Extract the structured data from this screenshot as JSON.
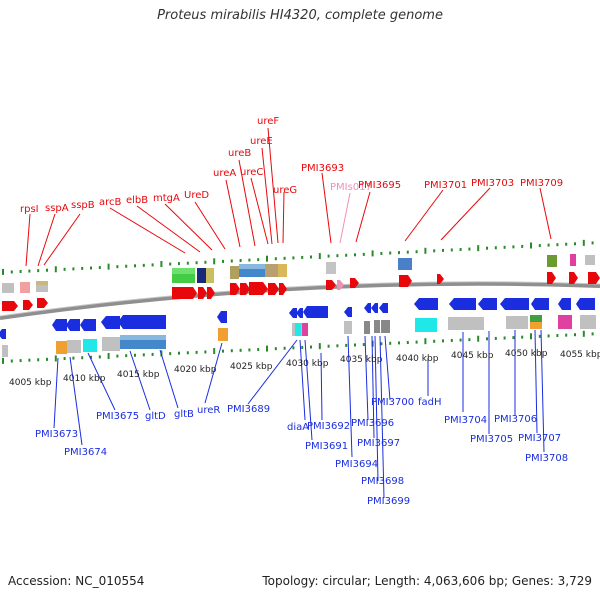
{
  "title": "Proteus mirabilis HI4320, complete genome",
  "accession": "Accession: NC_010554",
  "summary": "Topology: circular; Length: 4,063,606 bp; Genes: 3,729",
  "colors": {
    "forward": "#e8080c",
    "reverse": "#1a2ee0",
    "pseudo_label": "#f090b8",
    "tick": "#2a8a2a",
    "backbone": "#8a8a8a"
  },
  "ticks": [
    "4005 kbp",
    "4010 kbp",
    "4015 kbp",
    "4020 kbp",
    "4025 kbp",
    "4030 kbp",
    "4035 kbp",
    "4040 kbp",
    "4045 kbp",
    "4050 kbp",
    "4055 kbp"
  ],
  "top_labels": [
    "rpsI",
    "sspA",
    "sspB",
    "arcB",
    "elbB",
    "mtgA",
    "UreD",
    "ureA",
    "ureB",
    "ureC",
    "ureE",
    "ureF",
    "ureG",
    "PMI3693",
    "PMIs017",
    "PMI3695",
    "PMI3701",
    "PMI3703",
    "PMI3709"
  ],
  "bottom_labels": [
    "PMI3673",
    "PMI3674",
    "PMI3675",
    "gltD",
    "gltB",
    "ureR",
    "PMI3689",
    "diaA",
    "PMI3691",
    "PMI3692",
    "PMI3694",
    "PMI3696",
    "PMI3697",
    "PMI3698",
    "PMI3699",
    "PMI3700",
    "fadH",
    "PMI3704",
    "PMI3705",
    "PMI3706",
    "PMI3707",
    "PMI3708"
  ]
}
